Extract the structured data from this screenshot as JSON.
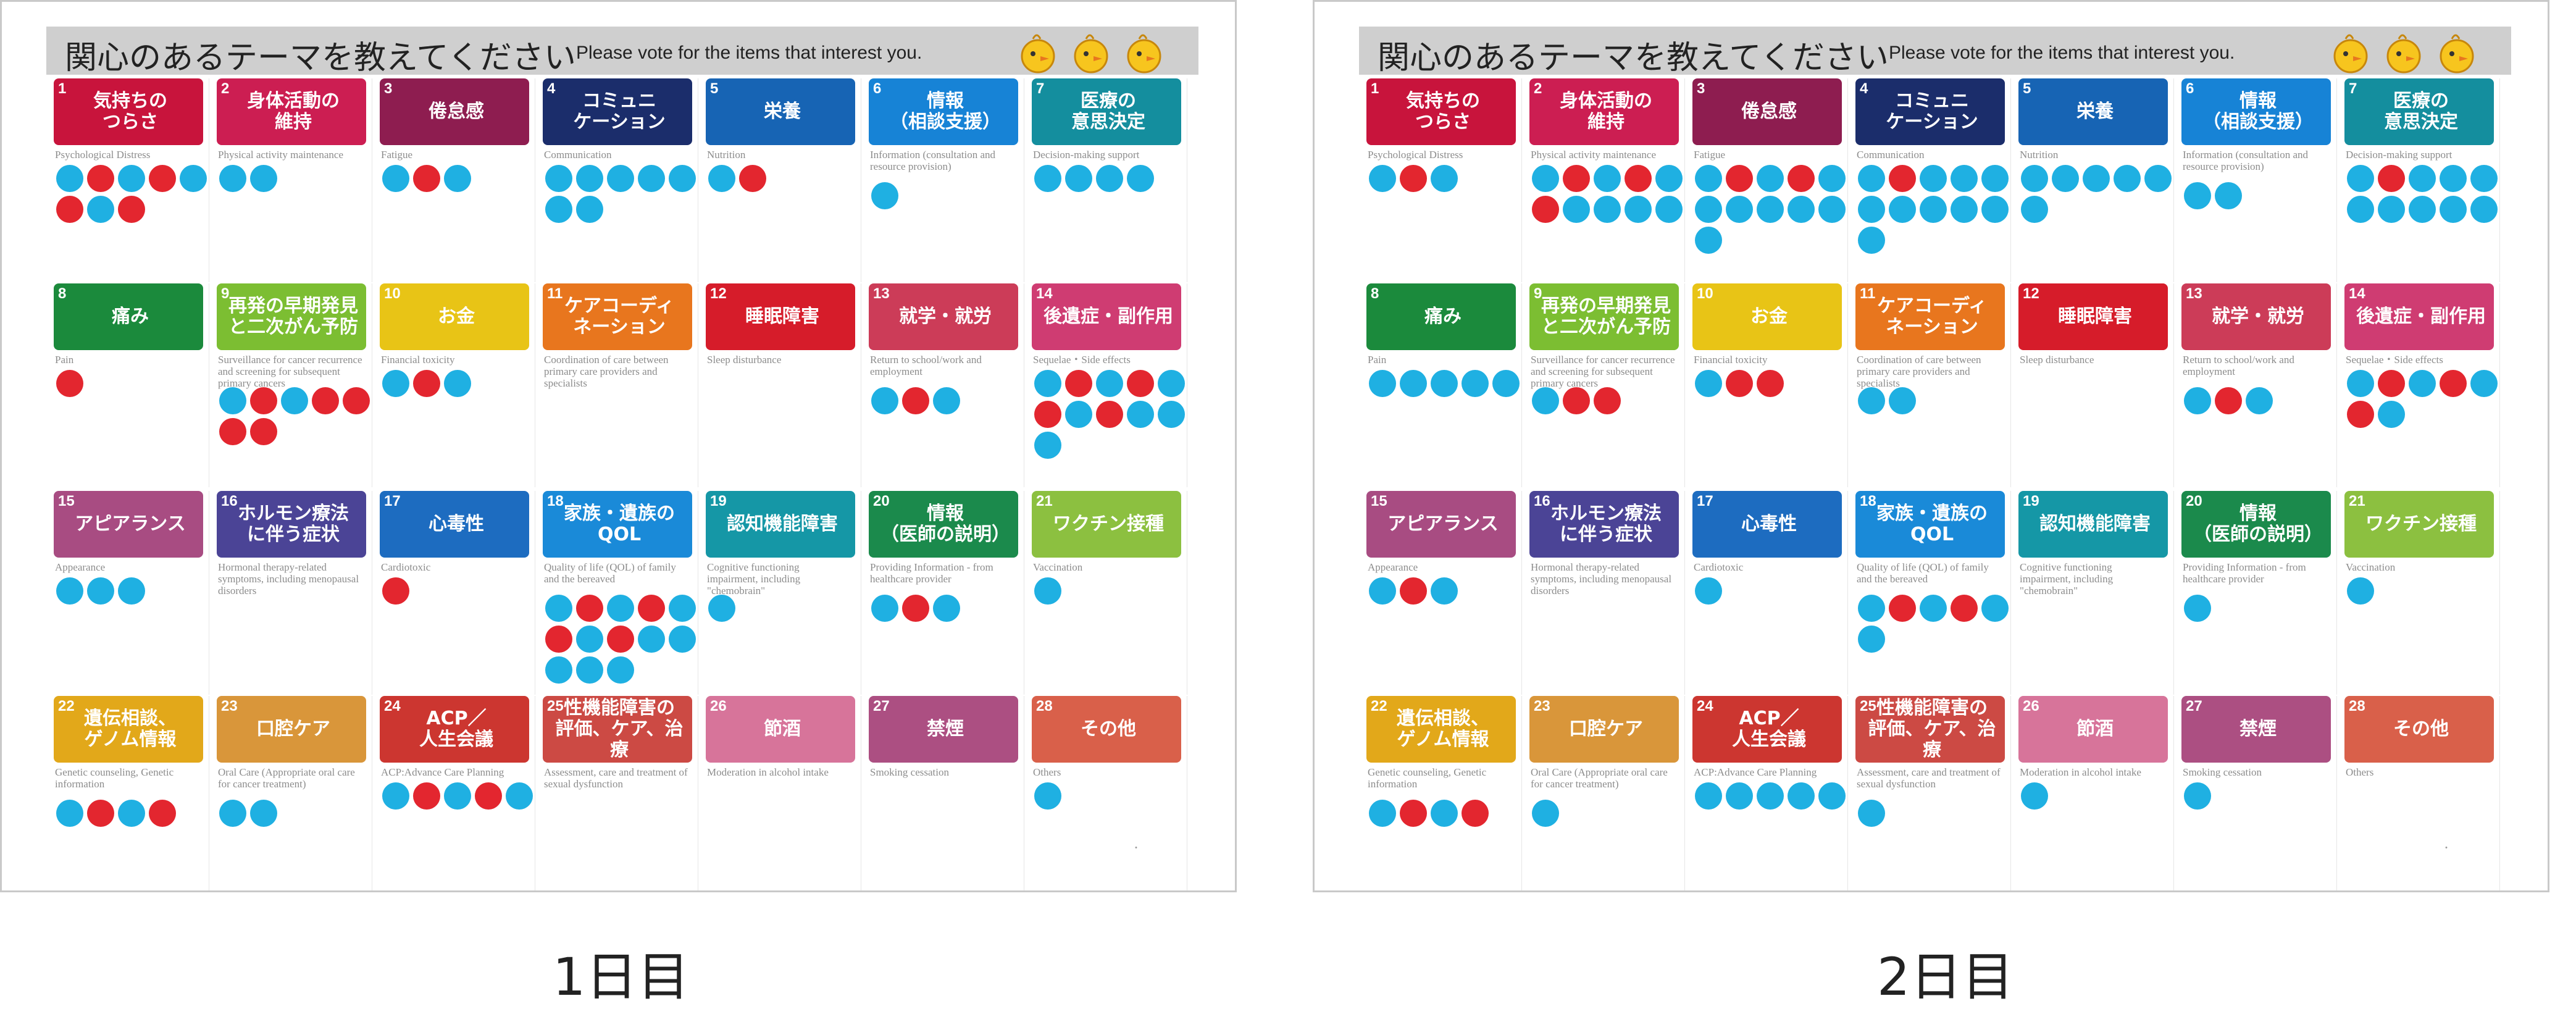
{
  "colors": {
    "red_vote": "#e3262f",
    "blue_vote": "#1fb0e2"
  },
  "boards": [
    {
      "caption": "1日目",
      "header": {
        "title": "関心のあるテーマを教えてください",
        "subtitle": "Please vote for the items that interest you.",
        "mascot_icons": [
          "chick-icon",
          "chick-icon",
          "chick-icon"
        ]
      },
      "votes": {
        "1": {
          "red": 4,
          "blue": 4
        },
        "2": {
          "red": 0,
          "blue": 2
        },
        "3": {
          "red": 1,
          "blue": 2
        },
        "4": {
          "red": 0,
          "blue": 7
        },
        "5": {
          "red": 1,
          "blue": 1
        },
        "6": {
          "red": 0,
          "blue": 1
        },
        "7": {
          "red": 0,
          "blue": 4
        },
        "8": {
          "red": 1,
          "blue": 0
        },
        "9": {
          "red": 5,
          "blue": 2
        },
        "10": {
          "red": 1,
          "blue": 2
        },
        "11": {
          "red": 0,
          "blue": 0
        },
        "12": {
          "red": 0,
          "blue": 0
        },
        "13": {
          "red": 1,
          "blue": 2
        },
        "14": {
          "red": 4,
          "blue": 7
        },
        "15": {
          "red": 0,
          "blue": 3
        },
        "16": {
          "red": 0,
          "blue": 0
        },
        "17": {
          "red": 1,
          "blue": 0
        },
        "18": {
          "red": 4,
          "blue": 9
        },
        "19": {
          "red": 0,
          "blue": 1
        },
        "20": {
          "red": 1,
          "blue": 2
        },
        "21": {
          "red": 0,
          "blue": 1
        },
        "22": {
          "red": 2,
          "blue": 2
        },
        "23": {
          "red": 0,
          "blue": 2
        },
        "24": {
          "red": 2,
          "blue": 3
        },
        "25": {
          "red": 0,
          "blue": 0
        },
        "26": {
          "red": 0,
          "blue": 0
        },
        "27": {
          "red": 0,
          "blue": 0
        },
        "28": {
          "red": 0,
          "blue": 1
        }
      }
    },
    {
      "caption": "2日目",
      "header": {
        "title": "関心のあるテーマを教えてください",
        "subtitle": "Please vote for the items that interest you.",
        "mascot_icons": [
          "chick-icon",
          "chick-icon",
          "chick-icon"
        ]
      },
      "votes": {
        "1": {
          "red": 1,
          "blue": 2
        },
        "2": {
          "red": 3,
          "blue": 7
        },
        "3": {
          "red": 2,
          "blue": 9
        },
        "4": {
          "red": 1,
          "blue": 10
        },
        "5": {
          "red": 0,
          "blue": 6
        },
        "6": {
          "red": 0,
          "blue": 2
        },
        "7": {
          "red": 1,
          "blue": 9
        },
        "8": {
          "red": 0,
          "blue": 5
        },
        "9": {
          "red": 2,
          "blue": 1
        },
        "10": {
          "red": 2,
          "blue": 1
        },
        "11": {
          "red": 0,
          "blue": 2
        },
        "12": {
          "red": 0,
          "blue": 0
        },
        "13": {
          "red": 1,
          "blue": 2
        },
        "14": {
          "red": 3,
          "blue": 4
        },
        "15": {
          "red": 1,
          "blue": 2
        },
        "16": {
          "red": 0,
          "blue": 0
        },
        "17": {
          "red": 0,
          "blue": 1
        },
        "18": {
          "red": 2,
          "blue": 4
        },
        "19": {
          "red": 0,
          "blue": 0
        },
        "20": {
          "red": 0,
          "blue": 1
        },
        "21": {
          "red": 0,
          "blue": 1
        },
        "22": {
          "red": 2,
          "blue": 2
        },
        "23": {
          "red": 0,
          "blue": 1
        },
        "24": {
          "red": 0,
          "blue": 5
        },
        "25": {
          "red": 0,
          "blue": 1
        },
        "26": {
          "red": 0,
          "blue": 1
        },
        "27": {
          "red": 0,
          "blue": 1
        },
        "28": {
          "red": 0,
          "blue": 0
        }
      }
    }
  ],
  "themes": [
    {
      "num": "1",
      "label": "気持ちの\nつらさ",
      "en": "Psychological Distress",
      "color": "#c8143c"
    },
    {
      "num": "2",
      "label": "身体活動の\n維持",
      "en": "Physical activity maintenance",
      "color": "#cc1e52"
    },
    {
      "num": "3",
      "label": "倦怠感",
      "en": "Fatigue",
      "color": "#8e1d50"
    },
    {
      "num": "4",
      "label": "コミュニ\nケーション",
      "en": "Communication",
      "color": "#1b2d6b"
    },
    {
      "num": "5",
      "label": "栄養",
      "en": "Nutrition",
      "color": "#1764b4"
    },
    {
      "num": "6",
      "label": "情報\n（相談支援）",
      "en": "Information (consultation and resource provision)",
      "color": "#1783d6"
    },
    {
      "num": "7",
      "label": "医療の\n意思決定",
      "en": "Decision-making support",
      "color": "#148e9e"
    },
    {
      "num": "8",
      "label": "痛み",
      "en": "Pain",
      "color": "#1b8a3c"
    },
    {
      "num": "9",
      "label": "再発の早期発見\nと二次がん予防",
      "en": "Surveillance for cancer recurrence and screening for subsequent primary cancers",
      "color": "#7cbe32"
    },
    {
      "num": "10",
      "label": "お金",
      "en": "Financial toxicity",
      "color": "#e8c416"
    },
    {
      "num": "11",
      "label": "ケアコーディ\nネーション",
      "en": "Coordination of care between primary care providers and specialists",
      "color": "#e8761e"
    },
    {
      "num": "12",
      "label": "睡眠障害",
      "en": "Sleep disturbance",
      "color": "#d61c2a"
    },
    {
      "num": "13",
      "label": "就学・就労",
      "en": "Return to school/work and employment",
      "color": "#cc3c58"
    },
    {
      "num": "14",
      "label": "後遺症・副作用",
      "en": "Sequelae・Side effects",
      "color": "#cf3c72"
    },
    {
      "num": "15",
      "label": "アピアランス",
      "en": "Appearance",
      "color": "#a84c82"
    },
    {
      "num": "16",
      "label": "ホルモン療法\nに伴う症状",
      "en": "Hormonal therapy-related symptoms, including menopausal disorders",
      "color": "#4b4496"
    },
    {
      "num": "17",
      "label": "心毒性",
      "en": "Cardiotoxic",
      "color": "#1d6cc0"
    },
    {
      "num": "18",
      "label": "家族・遺族の\nQOL",
      "en": "Quality of life (QOL) of family and the bereaved",
      "color": "#1a8ad8"
    },
    {
      "num": "19",
      "label": "認知機能障害",
      "en": "Cognitive functioning impairment, including \"chemobrain\"",
      "color": "#1597a6"
    },
    {
      "num": "20",
      "label": "情報\n（医師の説明）",
      "en": "Providing Information - from healthcare provider",
      "color": "#1b8a4c"
    },
    {
      "num": "21",
      "label": "ワクチン接種",
      "en": "Vaccination",
      "color": "#8cc040"
    },
    {
      "num": "22",
      "label": "遺伝相談、\nゲノム情報",
      "en": "Genetic counseling, Genetic information",
      "color": "#e2a81a"
    },
    {
      "num": "23",
      "label": "口腔ケア",
      "en": "Oral Care (Appropriate oral care for cancer treatment)",
      "color": "#d9963a"
    },
    {
      "num": "24",
      "label": "ACP／\n人生会議",
      "en": "ACP:Advance Care Planning",
      "color": "#cc3630"
    },
    {
      "num": "25",
      "label": "性機能障害の\n評価、ケア、治療",
      "en": "Assessment, care and treatment of sexual dysfunction",
      "color": "#cc4a44"
    },
    {
      "num": "26",
      "label": "節酒",
      "en": "Moderation in alcohol intake",
      "color": "#d7749a"
    },
    {
      "num": "27",
      "label": "禁煙",
      "en": "Smoking cessation",
      "color": "#ac4f82"
    },
    {
      "num": "28",
      "label": "その他",
      "en": "Others",
      "color": "#d9604a"
    }
  ]
}
